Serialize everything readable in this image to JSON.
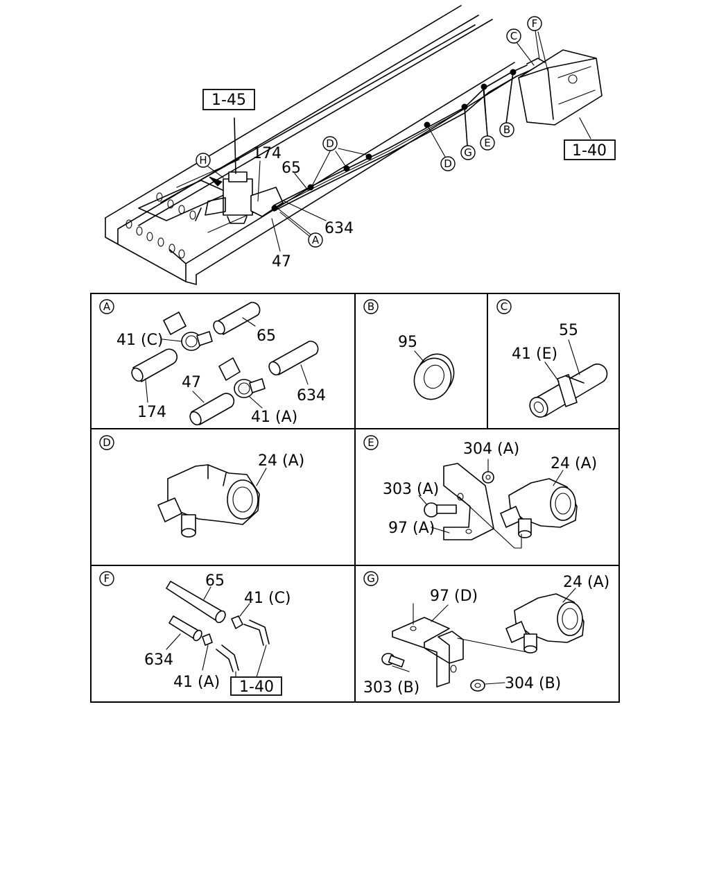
{
  "overview": {
    "refs": {
      "r145": "1-45",
      "r140": "1-40"
    },
    "labels": {
      "p174": "174",
      "p65": "65",
      "p634": "634",
      "p47": "47"
    },
    "circles": {
      "H": "H",
      "D": "D",
      "A": "A",
      "C": "C",
      "F": "F",
      "B": "B",
      "E": "E",
      "G": "G"
    }
  },
  "panels": {
    "A": {
      "letter": "A",
      "labels": {
        "p41c": "41 (C)",
        "p65": "65",
        "p174": "174",
        "p47": "47",
        "p634": "634",
        "p41a": "41 (A)"
      }
    },
    "B": {
      "letter": "B",
      "labels": {
        "p95": "95"
      }
    },
    "C": {
      "letter": "C",
      "labels": {
        "p55": "55",
        "p41e": "41 (E)"
      }
    },
    "D": {
      "letter": "D",
      "labels": {
        "p24a": "24 (A)"
      }
    },
    "E": {
      "letter": "E",
      "labels": {
        "p304a": "304 (A)",
        "p303a": "303 (A)",
        "p24a": "24 (A)",
        "p97a": "97 (A)"
      }
    },
    "F": {
      "letter": "F",
      "labels": {
        "p65": "65",
        "p41c": "41 (C)",
        "p634": "634",
        "p41a": "41 (A)",
        "r140": "1-40"
      }
    },
    "G": {
      "letter": "G",
      "labels": {
        "p97d": "97 (D)",
        "p24a": "24 (A)",
        "p303b": "303 (B)",
        "p304b": "304 (B)"
      }
    }
  }
}
